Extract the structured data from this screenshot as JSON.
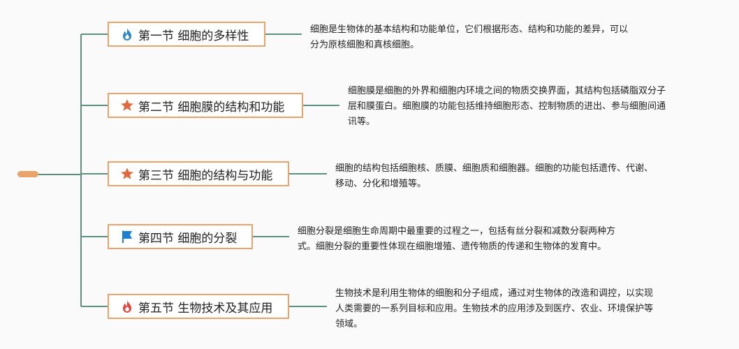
{
  "colors": {
    "line": "#5b8f80",
    "border": "#e9a46e",
    "flame_blue": "#2f86c9",
    "star": "#e06a3d",
    "flag": "#1c7fd1",
    "flame_red": "#e8453c"
  },
  "sections": [
    {
      "title": "第一节 细胞的多样性",
      "icon": "blue-flame-icon",
      "desc": [
        "细胞是生物体的基本结构和功能单位，它们根据形态、结构和功能的差异，可以",
        "分为原核细胞和真核细胞。"
      ]
    },
    {
      "title": "第二节 细胞膜的结构和功能",
      "icon": "star-icon",
      "desc": [
        "细胞膜是细胞的外界和细胞内环境之间的物质交换界面，其结构包括磷脂双分子",
        "层和膜蛋白。细胞膜的功能包括维持细胞形态、控制物质的进出、参与细胞间通",
        "讯等。"
      ]
    },
    {
      "title": "第三节 细胞的结构与功能",
      "icon": "star-icon",
      "desc": [
        "细胞的结构包括细胞核、质膜、细胞质和细胞器。细胞的功能包括遗传、代谢、",
        "移动、分化和增殖等。"
      ]
    },
    {
      "title": "第四节 细胞的分裂",
      "icon": "flag-icon",
      "desc": [
        "细胞分裂是细胞生命周期中最重要的过程之一，包括有丝分裂和减数分裂两种方",
        "式。细胞分裂的重要性体现在细胞增殖、遗传物质的传递和生物体的发育中。"
      ]
    },
    {
      "title": "第五节 生物技术及其应用",
      "icon": "red-flame-icon",
      "desc": [
        "生物技术是利用生物体的细胞和分子组成，通过对生物体的改造和调控，以实现",
        "人类需要的一系列目标和应用。生物技术的应用涉及到医疗、农业、环境保护等",
        "领域。"
      ]
    }
  ]
}
